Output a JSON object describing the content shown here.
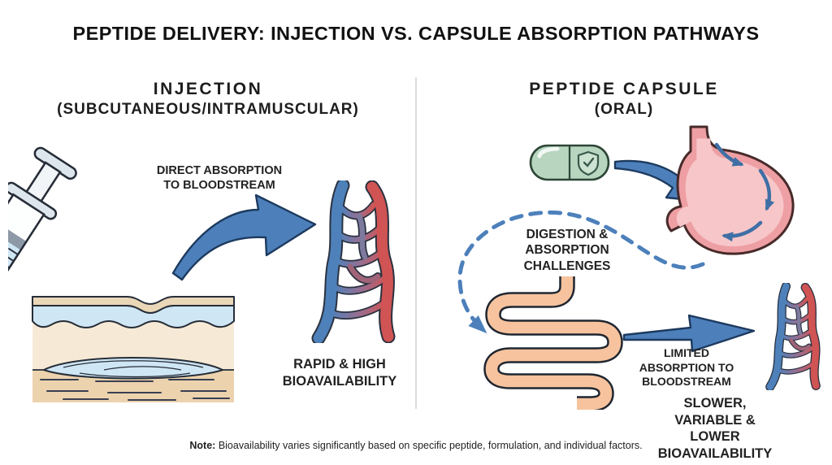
{
  "title": "PEPTIDE DELIVERY: INJECTION VS. CAPSULE ABSORPTION PATHWAYS",
  "left_panel": {
    "heading": "INJECTION",
    "subheading": "(SUBCUTANEOUS/INTRAMUSCULAR)",
    "arrow_label": "DIRECT ABSORPTION\nTO BLOODSTREAM",
    "outcome_label": "RAPID & HIGH\nBIOAVAILABILITY"
  },
  "right_panel": {
    "heading": "PEPTIDE CAPSULE",
    "subheading": "(ORAL)",
    "challenge_label": "DIGESTION &\nABSORPTION\nCHALLENGES",
    "arrow_label": "LIMITED\nABSORPTION TO\nBLOODSTREAM",
    "outcome_label": "SLOWER, VARIABLE &\nLOWER BIOAVAILABILITY"
  },
  "note": {
    "prefix": "Note:",
    "text": "Bioavailability varies significantly based on specific peptide, formulation, and individual factors."
  },
  "colors": {
    "arrow_blue": "#4d80bb",
    "arrow_outline": "#1d3a5f",
    "vein_blue": "#4e81ba",
    "artery_red": "#d05454",
    "stomach_pink": "#ee9fa3",
    "capsule_green": "#b7d5bf",
    "intestine_peach": "#f6c39e",
    "skin_tan": "#f6ead6",
    "skin_blue": "#cfe6f5",
    "divider_gray": "#dcdcdc"
  },
  "icons": {
    "left": [
      "syringe-icon",
      "skin-layers-icon",
      "curved-arrow-icon",
      "blood-vessels-icon"
    ],
    "right": [
      "capsule-icon",
      "shield-check-icon",
      "curved-arrow-icon",
      "stomach-icon",
      "dashed-arrow-icon",
      "intestines-icon",
      "straight-arrow-icon",
      "blood-vessels-icon"
    ]
  }
}
